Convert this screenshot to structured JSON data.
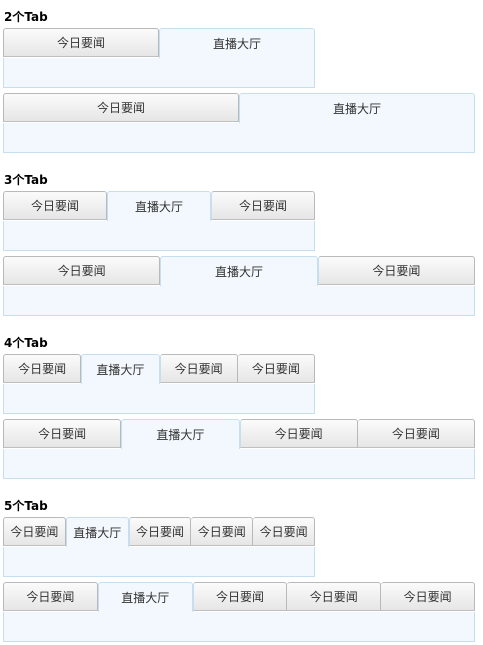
{
  "sections": [
    {
      "title": "2个Tab",
      "rows": [
        [
          "今日要闻",
          "直播大厅"
        ],
        [
          "今日要闻",
          "直播大厅"
        ]
      ],
      "active_index": 1
    },
    {
      "title": "3个Tab",
      "rows": [
        [
          "今日要闻",
          "直播大厅",
          "今日要闻"
        ],
        [
          "今日要闻",
          "直播大厅",
          "今日要闻"
        ]
      ],
      "active_index": 1
    },
    {
      "title": "4个Tab",
      "rows": [
        [
          "今日要闻",
          "直播大厅",
          "今日要闻",
          "今日要闻"
        ],
        [
          "今日要闻",
          "直播大厅",
          "今日要闻",
          "今日要闻"
        ]
      ],
      "active_index": 1
    },
    {
      "title": "5个Tab",
      "rows": [
        [
          "今日要闻",
          "直播大厅",
          "今日要闻",
          "今日要闻",
          "今日要闻"
        ],
        [
          "今日要闻",
          "直播大厅",
          "今日要闻",
          "今日要闻",
          "今日要闻"
        ]
      ],
      "active_index": 1
    }
  ],
  "colors": {
    "active_bg": "#f2f8fd",
    "active_border": "#c6dff0",
    "inactive_border": "#b9b9b9"
  }
}
